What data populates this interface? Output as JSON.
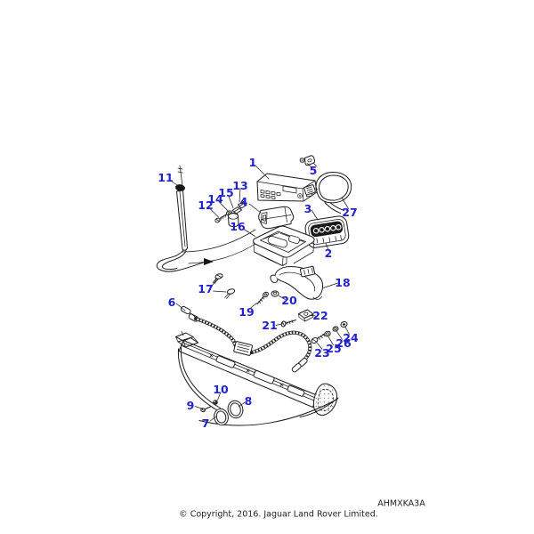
{
  "diagram": {
    "code": "AHMXKA3A",
    "copyright": "© Copyright, 2016. Jaguar Land Rover Limited.",
    "colors": {
      "callout": "#2222cc",
      "line": "#1c1c1c",
      "background": "#ffffff"
    },
    "callouts": [
      {
        "num": "1"
      },
      {
        "num": "2"
      },
      {
        "num": "3"
      },
      {
        "num": "4"
      },
      {
        "num": "5"
      },
      {
        "num": "6"
      },
      {
        "num": "7"
      },
      {
        "num": "8"
      },
      {
        "num": "9"
      },
      {
        "num": "10"
      },
      {
        "num": "11"
      },
      {
        "num": "12"
      },
      {
        "num": "13"
      },
      {
        "num": "14"
      },
      {
        "num": "15"
      },
      {
        "num": "16"
      },
      {
        "num": "17"
      },
      {
        "num": "18"
      },
      {
        "num": "19"
      },
      {
        "num": "20"
      },
      {
        "num": "21"
      },
      {
        "num": "22"
      },
      {
        "num": "23"
      },
      {
        "num": "24"
      },
      {
        "num": "25"
      },
      {
        "num": "26"
      },
      {
        "num": "27"
      }
    ]
  }
}
